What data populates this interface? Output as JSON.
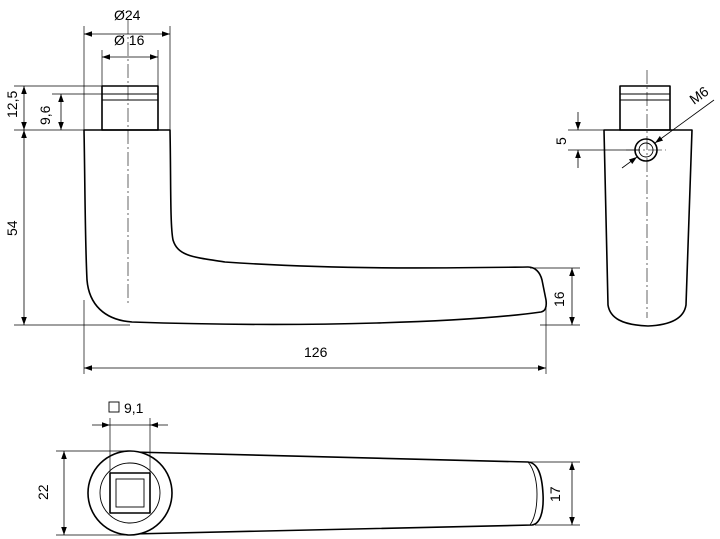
{
  "dimensions": {
    "outer_diameter": "Ø24",
    "inner_diameter": "Ø 16",
    "rose_height": "12,5",
    "spindle_height": "9,6",
    "lever_height": "54",
    "grip_thickness": "16",
    "lever_length": "126",
    "screw_offset": "5",
    "screw_thread": "M6",
    "square_spindle": "9,1",
    "rose_width": "22",
    "grip_width": "17"
  }
}
